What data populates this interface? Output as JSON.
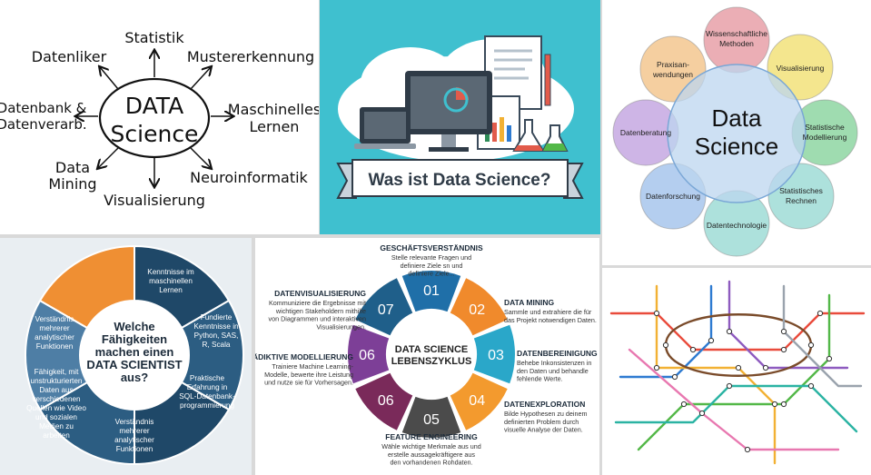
{
  "mindmap": {
    "center_line1": "DATA",
    "center_line2": "Science",
    "branches": {
      "statistik": "Statistik",
      "datenliker": "Datenliker",
      "mustererkennung": "Mustererkennung",
      "datenbank_line1": "Datenbank &",
      "datenbank_line2": "Datenverarb.",
      "maschinelles_line1": "Maschinelles",
      "maschinelles_line2": "Lernen",
      "datamining_line1": "Data",
      "datamining_line2": "Mining",
      "neuroinformatik": "Neuroinformatik",
      "visualisierung": "Visualisierung"
    }
  },
  "banner": {
    "title": "Was ist Data Science?"
  },
  "venn": {
    "center_line1": "Data",
    "center_line2": "Science",
    "circles": {
      "wiss_line1": "Wissenschaftliche",
      "wiss_line2": "Methoden",
      "visual": "Visualisierung",
      "statmod_line1": "Statistische",
      "statmod_line2": "Modellierung",
      "statrech_line1": "Statistisches",
      "statrech_line2": "Rechnen",
      "tech": "Datentechnologie",
      "forsch": "Datenforschung",
      "berat": "Datenberatung",
      "praxis_line1": "Praxisan-",
      "praxis_line2": "wendungen"
    },
    "colors": {
      "red": "#e8a0a8",
      "yellow": "#f2e27a",
      "green": "#8ed6a2",
      "teal": "#9fdcd6",
      "blue": "#a7c5ec",
      "purple": "#c6a8e2",
      "orange": "#f3c78f",
      "center": "#bcd6ef"
    }
  },
  "wheel": {
    "center": [
      "Welche",
      "Fähigkeiten",
      "machen einen",
      "DATA SCIENTIST",
      "aus?"
    ],
    "segments": {
      "ml": [
        "Kenntnisse im",
        "maschinellen",
        "Lernen"
      ],
      "python": [
        "Fundierte",
        "Kenntnisse in",
        "Python, SAS,",
        "R, Scala"
      ],
      "sql": [
        "Praktische",
        "Erfahrung in",
        "SQL-Datenbank-",
        "programmierung"
      ],
      "analytic_bottom": [
        "Verständnis",
        "mehrerer",
        "analytischer",
        "Funktionen"
      ],
      "unstructured": [
        "Fähigkeit, mit",
        "unstrukturierten",
        "Daten aus",
        "verschiedenen",
        "Quellen wie Video",
        "und sozialen",
        "Medien zu",
        "arbeiten"
      ],
      "analytic_left": [
        "Verständnis",
        "mehrerer",
        "analytischer",
        "Funktionen"
      ]
    },
    "colors": {
      "orange": "#ef8f33",
      "dark": "#1f4868",
      "mid": "#2c5d82",
      "light": "#4e7ea5"
    }
  },
  "lifecycle": {
    "center_line1": "DATA SCIENCE",
    "center_line2": "LEBENSZYKLUS",
    "steps": [
      {
        "num": "01",
        "title": "GESCHÄFTSVERSTÄNDNIS",
        "lines": [
          "Stelle relevante Fragen und",
          "definiere Ziele sn und",
          "definiere Ziele..."
        ],
        "color": "#1f6fa8"
      },
      {
        "num": "02",
        "title": "DATA MINING",
        "lines": [
          "Sammle und extrahiere die für",
          "das Projekt notwendigen Daten."
        ],
        "color": "#f08a2c"
      },
      {
        "num": "03",
        "title": "DATENBEREINIGUNG",
        "lines": [
          "Behebe Inkonsistenzen in",
          "den Daten und behandle",
          "fehlende Werte."
        ],
        "color": "#2aa7c9"
      },
      {
        "num": "04",
        "title": "DATENEXPLORATION",
        "lines": [
          "Bilde Hypothesen zu deinem",
          "definierten Problem durch",
          "visuelle Analyse der Daten."
        ],
        "color": "#f39a2e"
      },
      {
        "num": "05",
        "title": "FEATURE ENGINEERING",
        "lines": [
          "Wähle wichtige Merkmale aus und",
          "erstelle aussagekräftigere aus",
          "den vorhandenen Rohdaten."
        ],
        "color": "#4b4b4b"
      },
      {
        "num": "06",
        "title": "PRÄDIKTIVE MODELLIERUNG",
        "lines": [
          "Trainiere Machine Learning-",
          "Modelle, bewerte ihre Leistung",
          "und nutze sie für Vorhersagen."
        ],
        "color": "#7a2a5a"
      },
      {
        "num": "06",
        "title": "",
        "lines": [],
        "color": "#7d3f97"
      },
      {
        "num": "07",
        "title": "DATENVISUALISIERUNG",
        "lines": [
          "Kommuniziere die Ergebnisse mit",
          "wichtigen Stakeholdern mithilfe",
          "von Diagrammen und interaktiven",
          "Visualisierungen."
        ],
        "color": "#1f5f8a"
      }
    ]
  }
}
